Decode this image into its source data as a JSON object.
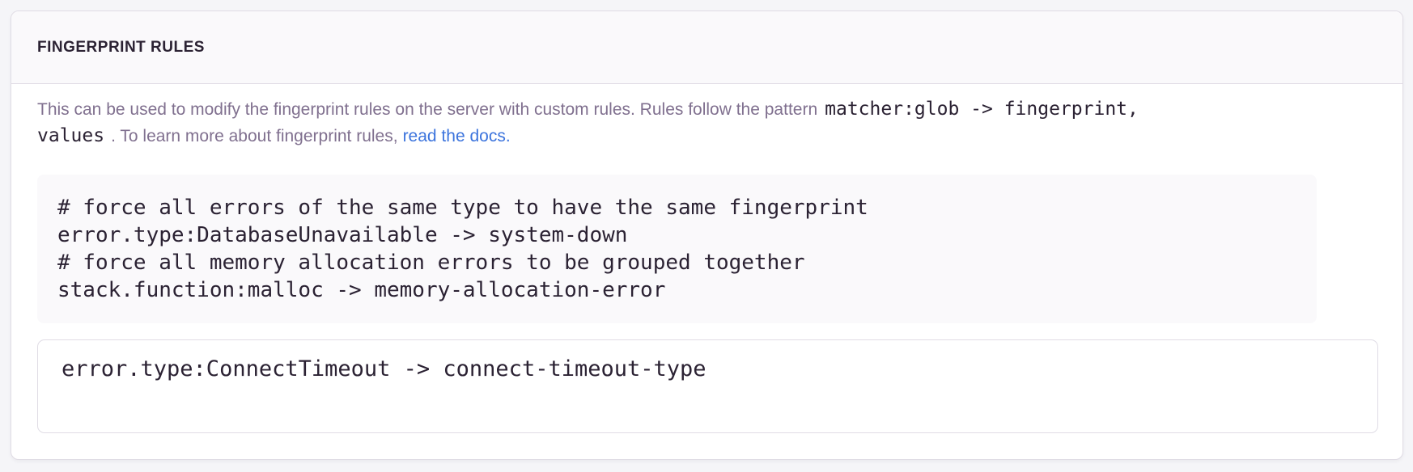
{
  "panel": {
    "title": "FINGERPRINT RULES",
    "description": {
      "line1_text": "This can be used to modify the fingerprint rules on the server with custom rules. Rules follow the pattern",
      "line1_code": "matcher:glob -> fingerprint,",
      "line2_code": "values",
      "line2_text": ". To learn more about fingerprint rules,",
      "link_label": "read the docs."
    },
    "example_code": "# force all errors of the same type to have the same fingerprint\nerror.type:DatabaseUnavailable -> system-down\n# force all memory allocation errors to be grouped together\nstack.function:malloc -> memory-allocation-error",
    "rules_input": {
      "value": "error.type:ConnectTimeout -> connect-timeout-type"
    },
    "colors": {
      "page_bg": "#f5f5f8",
      "panel_bg": "#ffffff",
      "panel_border": "#e0dce5",
      "header_bg": "#faf9fb",
      "heading_text": "#2b2233",
      "body_text": "#80708f",
      "code_text": "#2b2233",
      "code_block_bg": "#faf9fb",
      "link": "#3c74dd"
    }
  }
}
